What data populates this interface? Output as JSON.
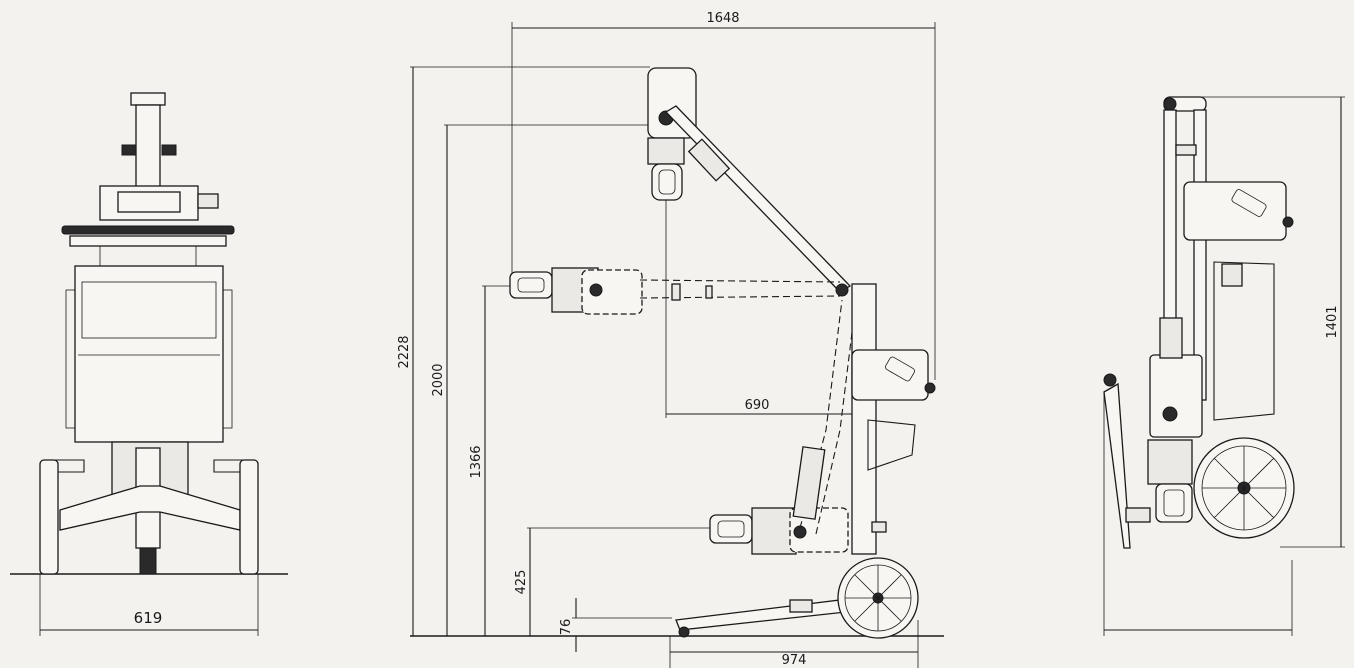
{
  "dimensions": {
    "front_width": "619",
    "overall_reach": "1648",
    "max_height": "2228",
    "height_2000": "2000",
    "height_1366": "1366",
    "arm_offset": "690",
    "height_425": "425",
    "base_clearance": "76",
    "base_length": "974",
    "folded_height": "1401"
  },
  "colors": {
    "background": "#f4f2ee",
    "ink": "#1a1a1a"
  },
  "icons": [
    "mobile-xray-unit-front-view",
    "mobile-xray-unit-side-view",
    "mobile-xray-unit-folded-view"
  ]
}
